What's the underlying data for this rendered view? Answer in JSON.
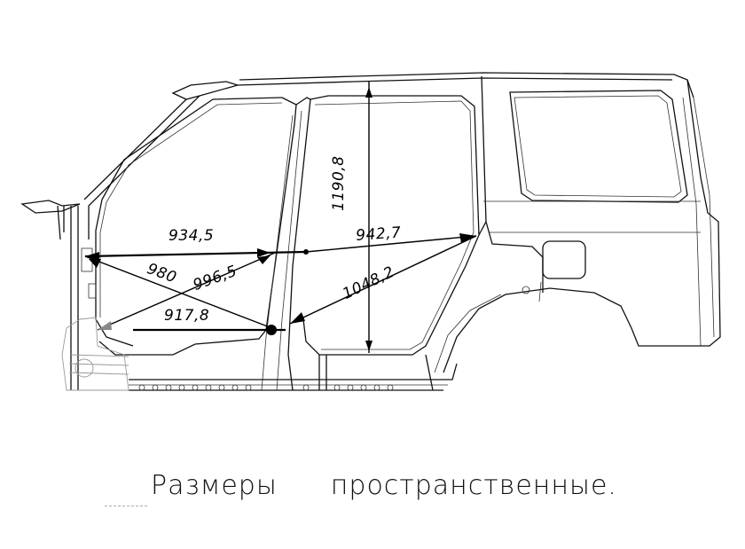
{
  "drawing": {
    "subject": "Car body side frame (SUV), left side view",
    "caption": {
      "word1": "Размеры",
      "word2": "пространственные."
    },
    "dimensions": {
      "front_door_top_horizontal": "934,5",
      "front_door_diag_down": "980",
      "front_door_diag_up": "996,5",
      "front_door_bottom_horizontal": "917,8",
      "rear_door_top": "942,7",
      "rear_door_diag": "1048,2",
      "rear_door_height": "1190,8"
    }
  }
}
